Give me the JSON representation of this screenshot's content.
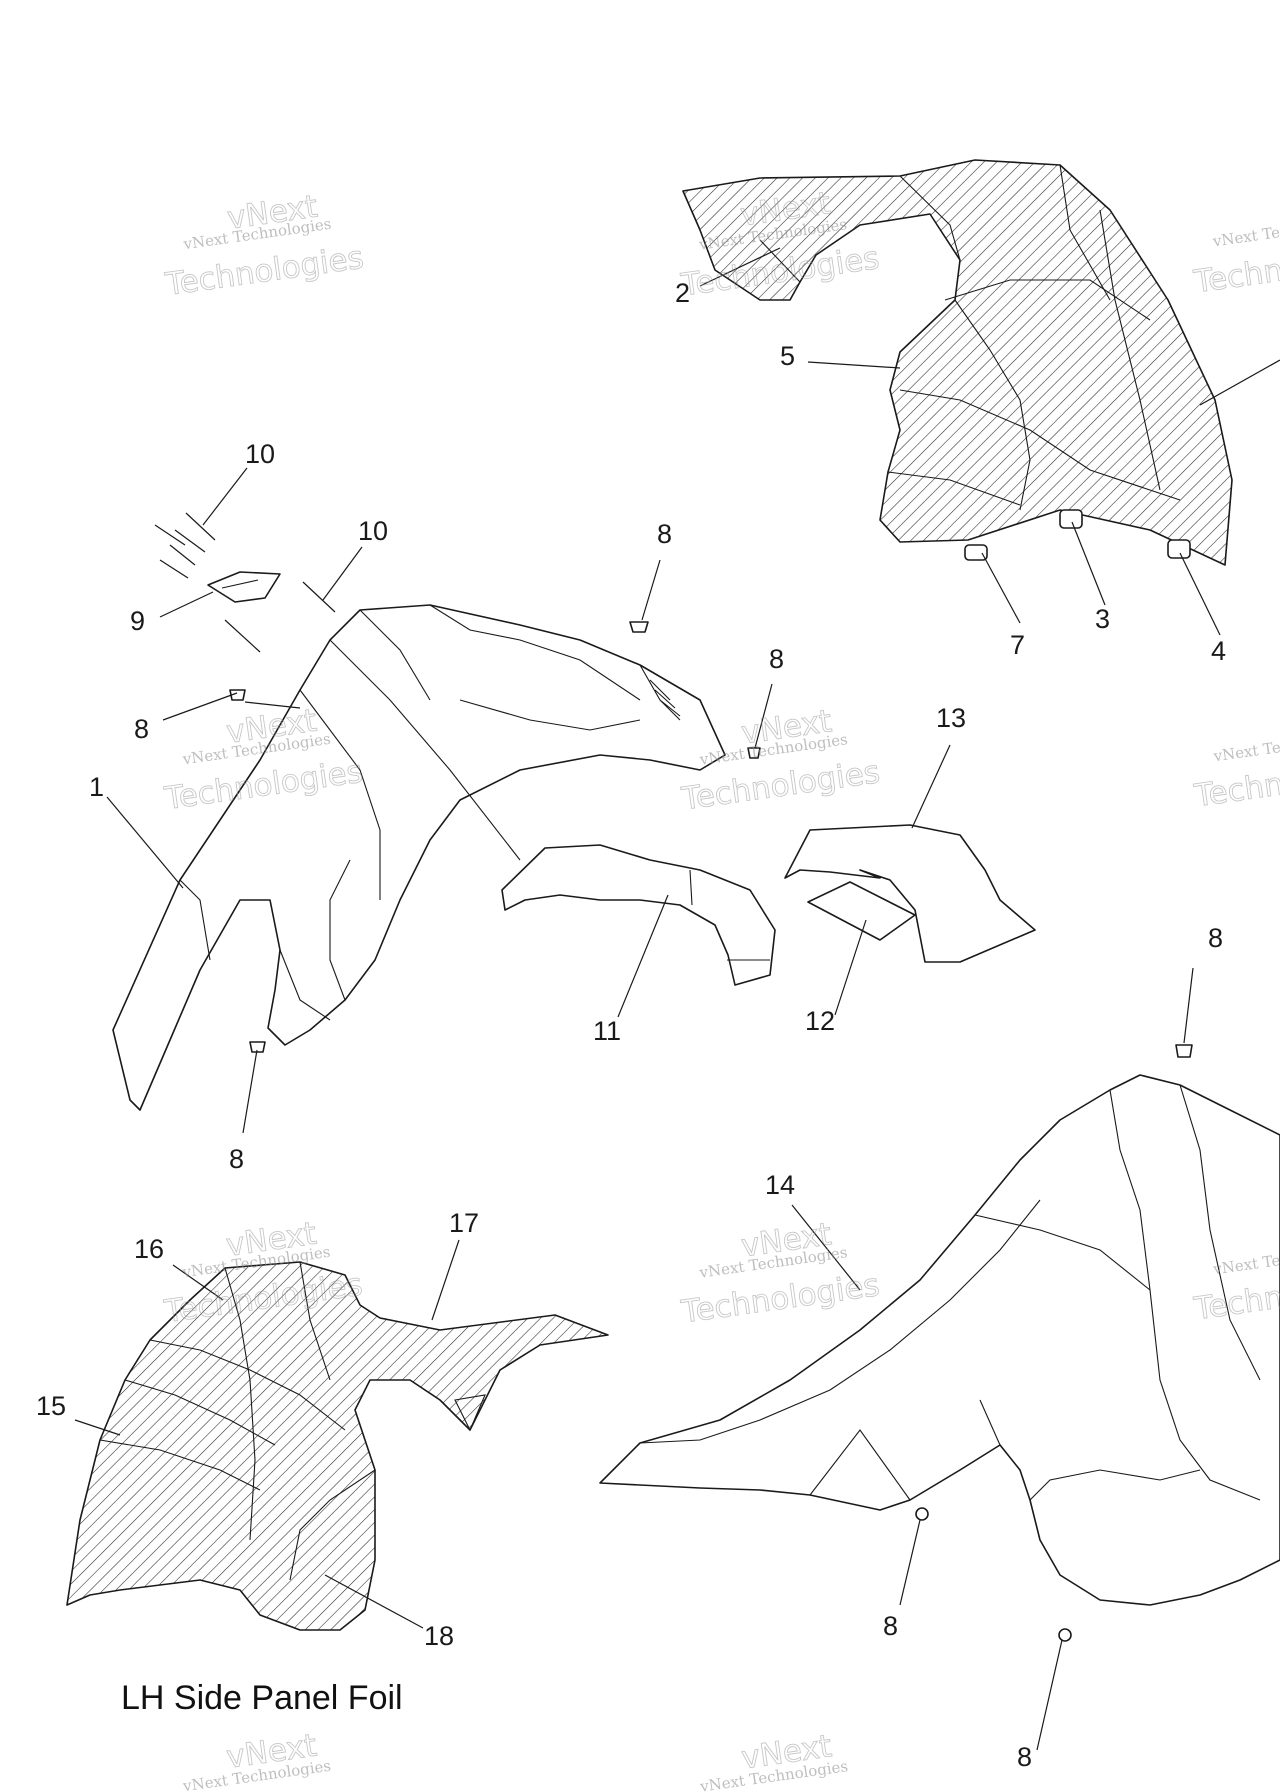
{
  "caption": "LH Side Panel Foil",
  "watermark": {
    "line1": "vNext Technologies",
    "line2": "Technologies",
    "line3": "vNext"
  },
  "callouts": {
    "c1": "1",
    "c2": "2",
    "c3": "3",
    "c4": "4",
    "c5": "5",
    "c7": "7",
    "c8": "8",
    "c9": "9",
    "c10": "10",
    "c11": "11",
    "c12": "12",
    "c13": "13",
    "c14": "14",
    "c15": "15",
    "c16": "16",
    "c17": "17",
    "c18": "18"
  }
}
